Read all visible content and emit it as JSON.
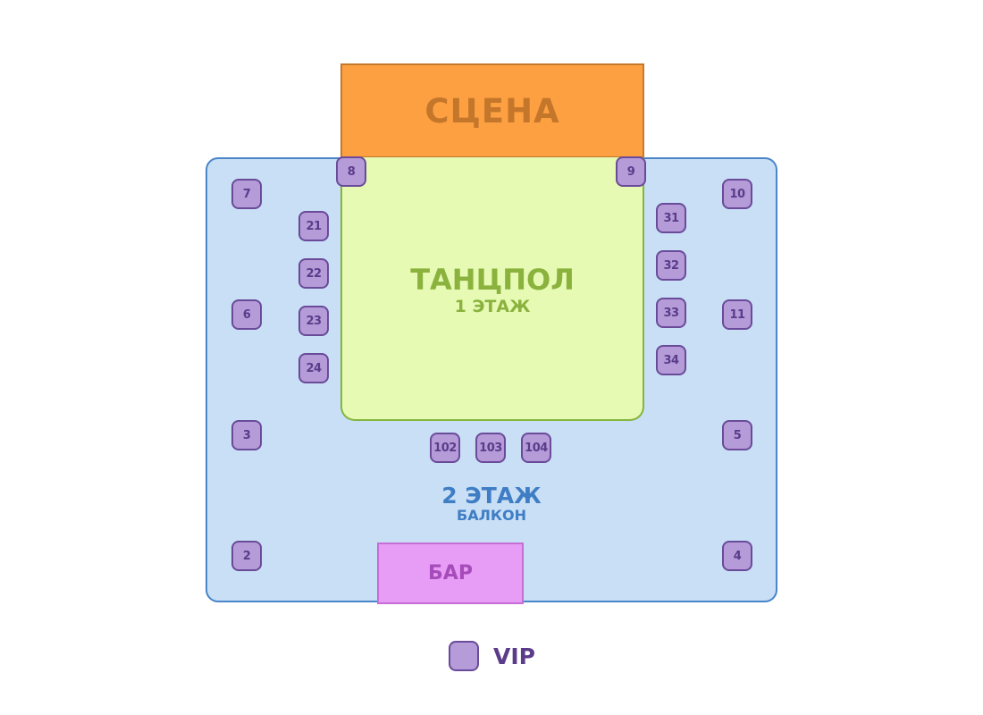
{
  "zones": {
    "stage": "СЦЕНА",
    "dancefloor": {
      "title": "ТАНЦПОЛ",
      "subtitle": "1 ЭТАЖ"
    },
    "balcony": {
      "title": "2 ЭТАЖ",
      "subtitle": "БАЛКОН"
    },
    "bar": "БАР"
  },
  "tables": {
    "t2": "2",
    "t3": "3",
    "t4": "4",
    "t5": "5",
    "t6": "6",
    "t7": "7",
    "t8": "8",
    "t9": "9",
    "t10": "10",
    "t11": "11",
    "t21": "21",
    "t22": "22",
    "t23": "23",
    "t24": "24",
    "t31": "31",
    "t32": "32",
    "t33": "33",
    "t34": "34",
    "t102": "102",
    "t103": "103",
    "t104": "104"
  },
  "legend": {
    "vip_label": "VIP"
  },
  "colors": {
    "stage": "#fda042",
    "dancefloor": "#e6fab4",
    "balcony": "#c8dff6",
    "bar": "#e79cf5",
    "vip_table": "#b59bd8"
  }
}
